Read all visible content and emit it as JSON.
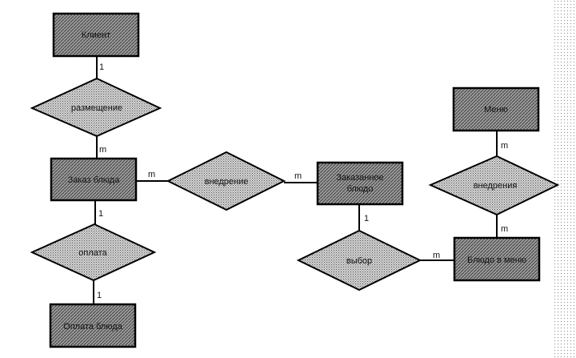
{
  "entities": {
    "client": "Клиент",
    "order": "Заказ блюда",
    "ordered_dish_line1": "Заказанное",
    "ordered_dish_line2": "блюдо",
    "menu": "Меню",
    "menu_dish": "Блюдо в меню",
    "payment": "Оплата блюда"
  },
  "relationships": {
    "placement": "размещение",
    "introduction": "внедрение",
    "introductions": "внедрения",
    "choice": "выбор",
    "paying": "оплата"
  },
  "cardinalities": {
    "client_placement": "1",
    "placement_order": "m",
    "order_introduction": "m",
    "introduction_ordered": "m",
    "ordered_choice": "1",
    "choice_menudish": "m",
    "menu_introductions": "m",
    "introductions_menudish": "m",
    "order_paying": "1",
    "paying_payment": "1"
  }
}
